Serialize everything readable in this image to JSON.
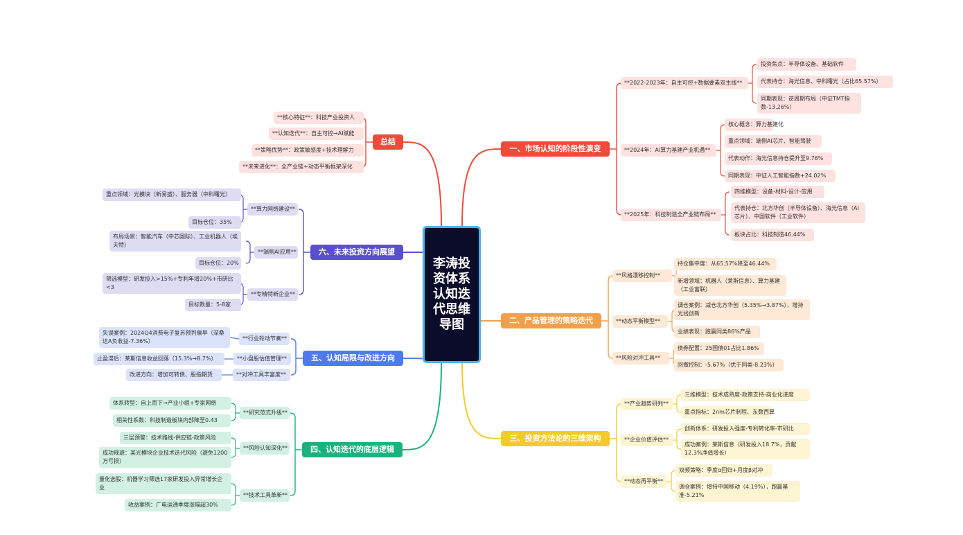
{
  "root": {
    "title": "李涛投资体系认知迭代思维导图"
  },
  "branches": [
    {
      "key": "b1",
      "title": "一、市场认知的阶段性演变",
      "color": "#ef4a3a",
      "light": "#fde2e0",
      "children": [
        {
          "text": "**2022-2023年：自主可控+数据要素双主线**",
          "children": [
            "投资焦点：半导体设备、基础软件",
            "代表持仓：海光信息、中科曙光（占比65.57%）",
            "同期表现：逆周期布局（中证TMT指数-13.26%）"
          ]
        },
        {
          "text": "**2024年：AI算力基建产业机遇**",
          "children": [
            "核心概念：算力基建化",
            "重点领域：端侧AI芯片、智能驾驶",
            "代表动作：海光信息持仓提升至9.76%",
            "同期表现：中证人工智能指数+24.02%"
          ]
        },
        {
          "text": "**2025年：科技制造全产业链布局**",
          "children": [
            "四维模型：设备-材料-设计-应用",
            "代表持仓：北方华创（半导体设备）、海光信息（AI芯片）、中国软件（工业软件）",
            "板块占比：科技制造46.44%"
          ]
        }
      ]
    },
    {
      "key": "b2",
      "title": "二、产品管理的策略迭代",
      "color": "#f0a04a",
      "light": "#fde9d6",
      "children": [
        {
          "text": "**风格漂移控制**",
          "children": [
            "持仓集中度：从65.57%降至46.44%",
            "新增领域：机器人（莱斯信息）、算力基建（工业富联）"
          ]
        },
        {
          "text": "**动态平衡模型**",
          "children": [
            "调仓案例：减仓北方华创（5.35%→3.87%），增持光线创新",
            "业绩表现：跑赢同类86%产品"
          ]
        },
        {
          "text": "**风险对冲工具**",
          "children": [
            "债券配置：25国债01占比1.86%",
            "回撤控制：-5.67%（优于同类-8.23%）"
          ]
        }
      ]
    },
    {
      "key": "b3",
      "title": "三、投资方法论的三维架构",
      "color": "#f2cb2b",
      "light": "#fdf4d3",
      "children": [
        {
          "text": "**产业趋势研判**",
          "children": [
            "三维模型：技术成熟度-政策支持-商业化进度",
            "重点指标：2nm芯片制程、东数西算"
          ]
        },
        {
          "text": "**企业价值评估**",
          "children": [
            "创新体系：研发投入强度-专利转化率-市研比",
            "成功案例：莱斯信息（研发投入18.7%，贡献12.3%净值增长）"
          ]
        },
        {
          "text": "**动态再平衡**",
          "children": [
            "双频策略：季度α回归+月度β对冲",
            "调仓案例：增持中国移动（4.19%），跑赢基准-5.21%"
          ]
        }
      ]
    },
    {
      "key": "b4",
      "title": "四、认知迭代的底层逻辑",
      "color": "#1ab27e",
      "light": "#d2f0e3",
      "children": [
        {
          "text": "**研究范式升级**",
          "children": [
            "体系转型：自上而下→产业小组+专家网络",
            "相关性系数：科技制造板块内部降至0.43"
          ]
        },
        {
          "text": "**风险认知深化**",
          "children": [
            "三层预警：技术路线-供应链-政策风险",
            "成功规避：某光模块企业技术迭代风险（避免1200万亏损）"
          ]
        },
        {
          "text": "**技术工具革新**",
          "children": [
            "量化选股：机器学习筛选17家研发投入异常增长企业",
            "收益案例：广电运通季度涨幅超30%"
          ]
        }
      ]
    },
    {
      "key": "b5",
      "title": "五、认知局限与改进方向",
      "color": "#4e79f0",
      "light": "#dbe3fb",
      "children": [
        {
          "text": "**行业轮动节奏**",
          "children": [
            "失误案例：2024Q4消费电子复苏预判偏早（深桑达A负收益-7.36%）"
          ]
        },
        {
          "text": "**小盘股估值管理**",
          "children": [
            "止盈滞后：莱斯信息收益回落（15.3%→8.7%）"
          ]
        },
        {
          "text": "**对冲工具丰富度**",
          "children": [
            "改进方向：增加可转债、股指期货"
          ]
        }
      ]
    },
    {
      "key": "b6",
      "title": "六、未来投资方向展望",
      "color": "#5a4fcf",
      "light": "#dedcf3",
      "children": [
        {
          "text": "**算力网络建设**",
          "children": [
            "重点领域：光模块（新易盛）、服务器（中科曙光）",
            "目标仓位：35%"
          ]
        },
        {
          "text": "**端侧AI应用**",
          "children": [
            "布局场景：智能汽车（中芯国际）、工业机器人（埃夫特）",
            "目标仓位：20%"
          ]
        },
        {
          "text": "**专精特新企业**",
          "children": [
            "筛选模型：研发投入>15%+专利年增20%+市研比<3",
            "目标数量：5-8家"
          ]
        }
      ]
    },
    {
      "key": "b7",
      "title": "总结",
      "color": "#ef4a3a",
      "light": "#fde2e0",
      "children": [
        {
          "text": "**核心特征**：科技产业投资人",
          "children": []
        },
        {
          "text": "**认知迭代**：自主可控→AI赋能",
          "children": []
        },
        {
          "text": "**策略优势**：政策敏感度+技术理解力",
          "children": []
        },
        {
          "text": "**未来进化**：全产业链+动态平衡框架深化",
          "children": []
        }
      ]
    }
  ]
}
